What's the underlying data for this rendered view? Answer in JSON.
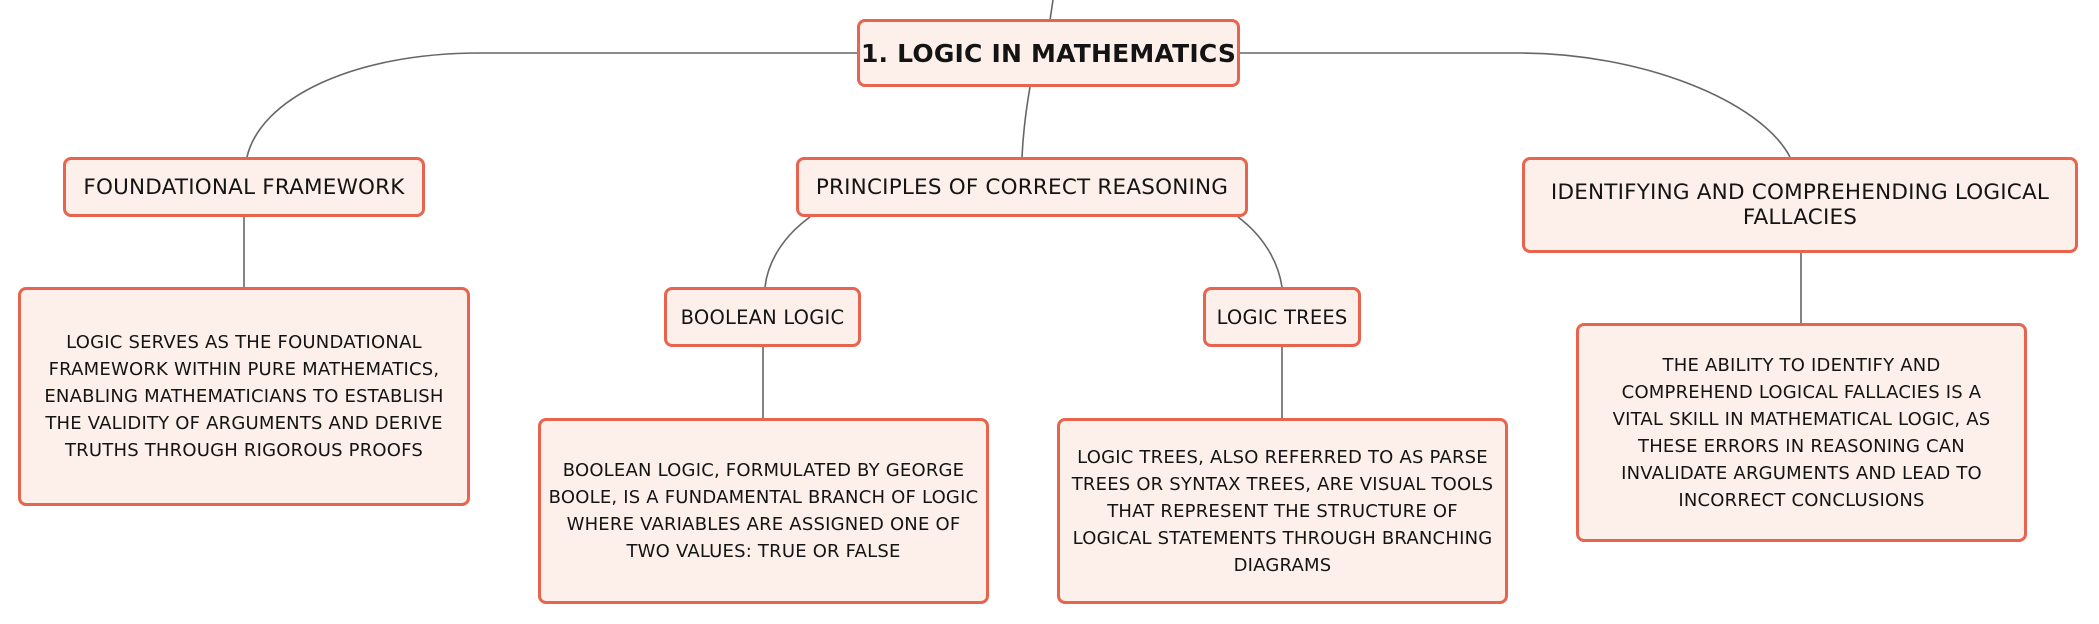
{
  "map": {
    "root": {
      "label": "1. LOGIC IN MATHEMATICS"
    },
    "branches": [
      {
        "label": "FOUNDATIONAL FRAMEWORK",
        "detail": "LOGIC SERVES AS THE FOUNDATIONAL FRAMEWORK WITHIN PURE MATHEMATICS, ENABLING MATHEMATICIANS TO ESTABLISH THE VALIDITY OF ARGUMENTS AND DERIVE TRUTHS THROUGH RIGOROUS PROOFS"
      },
      {
        "label": "PRINCIPLES OF CORRECT REASONING",
        "children": [
          {
            "label": "BOOLEAN LOGIC",
            "detail": "BOOLEAN LOGIC, FORMULATED BY GEORGE BOOLE, IS A FUNDAMENTAL BRANCH OF LOGIC WHERE VARIABLES ARE ASSIGNED ONE OF TWO VALUES: TRUE OR FALSE"
          },
          {
            "label": "LOGIC TREES",
            "detail": "LOGIC TREES, ALSO REFERRED TO AS PARSE TREES OR SYNTAX TREES, ARE VISUAL TOOLS THAT REPRESENT THE STRUCTURE OF LOGICAL STATEMENTS THROUGH BRANCHING DIAGRAMS"
          }
        ]
      },
      {
        "label": "IDENTIFYING AND COMPREHENDING LOGICAL FALLACIES",
        "detail": "THE ABILITY TO IDENTIFY AND COMPREHEND LOGICAL FALLACIES IS A VITAL SKILL IN MATHEMATICAL LOGIC, AS THESE ERRORS IN REASONING CAN INVALIDATE ARGUMENTS AND LEAD TO INCORRECT CONCLUSIONS"
      }
    ]
  },
  "colors": {
    "node_border": "#e8644e",
    "node_fill": "#fdf0ea",
    "connector": "#666666",
    "text": "#141414"
  }
}
